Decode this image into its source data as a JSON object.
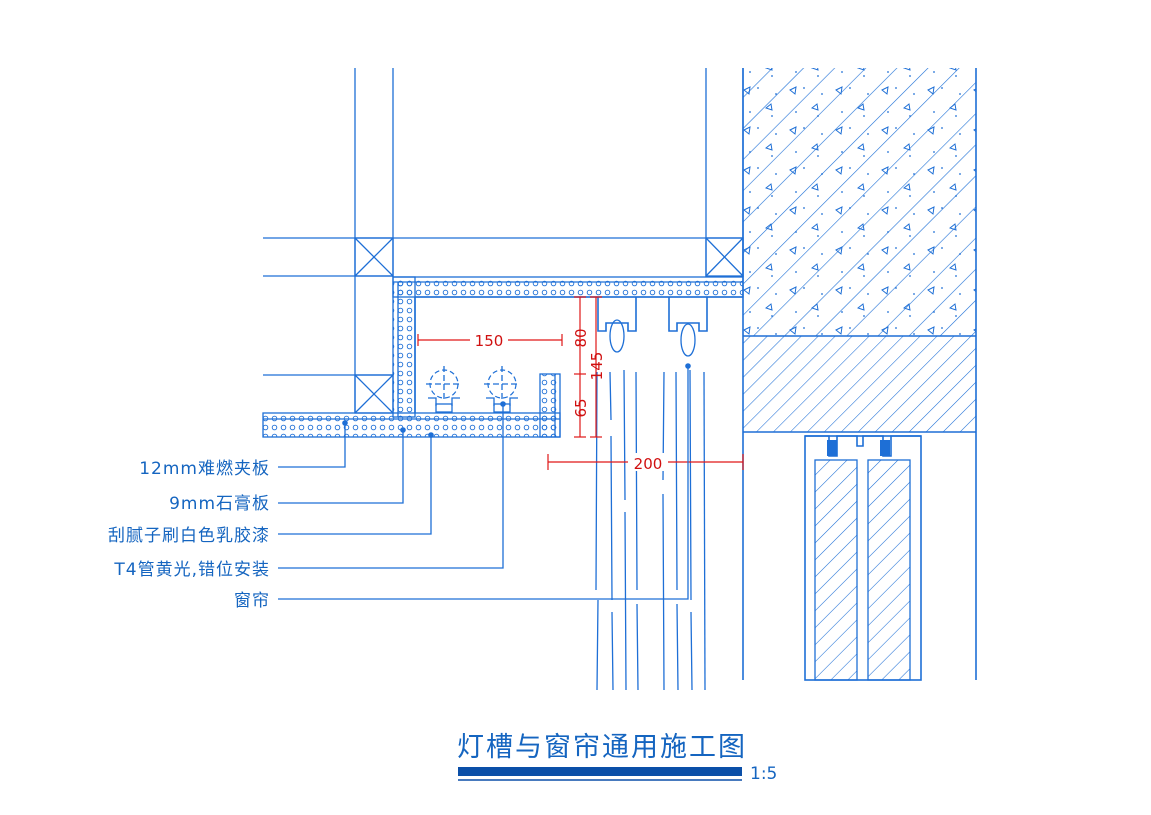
{
  "drawing": {
    "title": "灯槽与窗帘通用施工图",
    "scale": "1:5",
    "labels": [
      "12mm难燃夹板",
      "9mm石膏板",
      "刮腻子刷白色乳胶漆",
      "T4管黄光,错位安装",
      "窗帘"
    ],
    "dimensions": {
      "width_150": "150",
      "height_80": "80",
      "height_145": "145",
      "height_65": "65",
      "width_200": "200"
    }
  },
  "colors": {
    "line": "#1e6fd6",
    "dimension": "#e01818",
    "text": "#1565c0",
    "background": "#ffffff"
  }
}
